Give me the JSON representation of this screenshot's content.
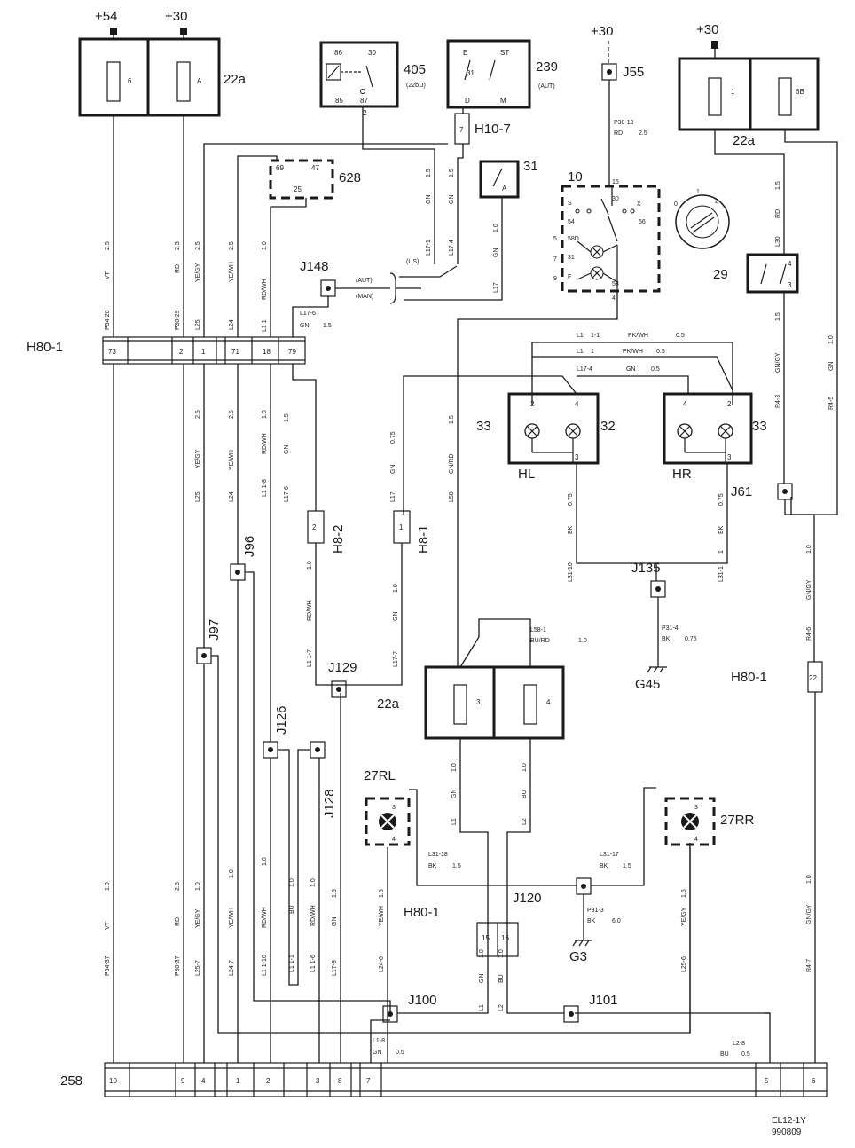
{
  "power": {
    "p54": "+54",
    "p30a": "+30",
    "p30b": "+30",
    "p30c": "+30"
  },
  "components": {
    "fusebox_22a_top": {
      "label": "22a",
      "fuse_left": "6",
      "fuse_right": "A"
    },
    "fusebox_22a_right": {
      "label": "22a",
      "fuse_left": "1",
      "fuse_right": "6B"
    },
    "fusebox_22a_mid": {
      "label": "22a",
      "fuse_left": "3",
      "fuse_right": "4"
    },
    "relay_405": {
      "label": "405",
      "sub": "(22b.J)",
      "pins": [
        "86",
        "30",
        "85",
        "87"
      ]
    },
    "switch_239": {
      "label": "239",
      "sub": "(AUT)",
      "pins": [
        "E",
        "ST",
        "31",
        "D",
        "M"
      ]
    },
    "h10_7": {
      "label": "H10-7",
      "pin": "7"
    },
    "comp_31": {
      "label": "31",
      "pin": "A"
    },
    "j55": {
      "label": "J55"
    },
    "switch_10": {
      "label": "10",
      "pins": [
        "15",
        "S",
        "30",
        "X",
        "54",
        "56",
        "58D",
        "31",
        "F",
        "58",
        "5",
        "7",
        "9",
        "4"
      ]
    },
    "comp_628": {
      "label": "628",
      "pins": [
        "69",
        "47",
        "25"
      ]
    },
    "j148": {
      "label": "J148",
      "aut": "(AUT)",
      "man": "(MAN)",
      "us": "(US)"
    },
    "comp_29": {
      "label": "29",
      "pins": [
        "4",
        "3"
      ],
      "dial": [
        "0",
        "1",
        "2"
      ]
    },
    "h80_1_top": {
      "label": "H80-1",
      "pins": [
        "73",
        "2",
        "1",
        "71",
        "18",
        "79"
      ]
    },
    "hl": {
      "label": "HL",
      "left_num": "33",
      "right_num": "32",
      "pins": [
        "2",
        "4",
        "3"
      ]
    },
    "hr": {
      "label": "HR",
      "right_num": "33",
      "pins": [
        "4",
        "2",
        "3"
      ]
    },
    "j61": {
      "label": "J61"
    },
    "h8_2": {
      "label": "H8-2",
      "pin": "2"
    },
    "h8_1": {
      "label": "H8-1",
      "pin": "1"
    },
    "j96": {
      "label": "J96"
    },
    "j97": {
      "label": "J97"
    },
    "j135": {
      "label": "J135"
    },
    "g45": {
      "label": "G45"
    },
    "h80_1_right": {
      "label": "H80-1",
      "pin": "22"
    },
    "j129": {
      "label": "J129"
    },
    "j126": {
      "label": "J126"
    },
    "j128": {
      "label": "J128"
    },
    "lamp_27rl": {
      "label": "27RL",
      "pins": [
        "3",
        "4"
      ]
    },
    "lamp_27rr": {
      "label": "27RR",
      "pins": [
        "3",
        "4"
      ]
    },
    "h80_1_bottom": {
      "label": "H80-1"
    },
    "j120": {
      "label": "J120",
      "pins": [
        "15",
        "16"
      ]
    },
    "g3": {
      "label": "G3"
    },
    "j100": {
      "label": "J100"
    },
    "j101": {
      "label": "J101"
    },
    "conn_258": {
      "label": "258",
      "pins": [
        "10",
        "9",
        "4",
        "1",
        "2",
        "3",
        "8",
        "7",
        "5",
        "6"
      ]
    }
  },
  "wire_labels": {
    "vt_25": [
      "VT",
      "2.5",
      "P54-20"
    ],
    "rd_25": [
      "RD",
      "2.5",
      "P30-29"
    ],
    "yegy_25": [
      "YE/GY",
      "2.5",
      "L25"
    ],
    "yewh_25": [
      "YE/WH",
      "2.5",
      "L24"
    ],
    "rdwh_10": [
      "RD/WH",
      "1.0",
      "L1 1"
    ],
    "l17_6": [
      "L17-6",
      "GN",
      "1.5"
    ],
    "gn15_a": [
      "GN",
      "1.5",
      "L17-1"
    ],
    "gn15_b": [
      "GN",
      "1.5",
      "L17-4"
    ],
    "gn10_c": [
      "GN",
      "1.0",
      "L17"
    ],
    "p30_19": [
      "P30-19",
      "RD",
      "2.5"
    ],
    "rd15_r": [
      "RD",
      "1.5",
      "L30"
    ],
    "gngy15": [
      "GN/GY",
      "1.5",
      "R4-3"
    ],
    "gn10_r": [
      "GN",
      "1.0",
      "R4-5"
    ],
    "l1_1_1": [
      "L1",
      "1-1",
      "PK/WH",
      "0.5"
    ],
    "l1_1": [
      "L1",
      "1",
      "PK/WH",
      "0.5"
    ],
    "l17_4gn": [
      "L17-4",
      "GN",
      "0.5"
    ],
    "yegy25_b": [
      "YE/GY",
      "2.5",
      "L25"
    ],
    "yewh25_b": [
      "YE/WH",
      "2.5",
      "L24"
    ],
    "rdwh10_b": [
      "RD/WH",
      "1.0",
      "L1 1-8"
    ],
    "gn15_l176": [
      "GN",
      "1.5",
      "L17-6"
    ],
    "gn075": [
      "GN",
      "0.75",
      "L17"
    ],
    "gnrd15": [
      "GN/RD",
      "1.5",
      "L58"
    ],
    "bk075_l": [
      "BK",
      "0.75",
      "L31-10"
    ],
    "bk075_r": [
      "BK",
      "0.75",
      "L31-1",
      "1"
    ],
    "rdwh10_c": [
      "RD/WH",
      "1.0",
      "L1 1-7"
    ],
    "gn10_d": [
      "GN",
      "1.0",
      "L17-7"
    ],
    "l58_1": [
      "L58-1",
      "BU/RD",
      "1.0"
    ],
    "p31_4": [
      "P31-4",
      "BK",
      "0.75"
    ],
    "gngy10_r": [
      "GN/GY",
      "1.0",
      "R4-6"
    ],
    "gn10_l1": [
      "GN",
      "1.0",
      "L1"
    ],
    "bu10_l2": [
      "BU",
      "1.0",
      "L2"
    ],
    "l31_18": [
      "L31-18",
      "BK",
      "1.5"
    ],
    "l31_17": [
      "L31-17",
      "BK",
      "1.5"
    ],
    "p31_3": [
      "P31-3",
      "BK",
      "6.0"
    ],
    "vt10": [
      "VT",
      "1.0",
      "P54-37"
    ],
    "rd25_b": [
      "RD",
      "2.5",
      "P30-37"
    ],
    "yegy10": [
      "YE/GY",
      "1.0",
      "L25-7"
    ],
    "yewh10": [
      "YE/WH",
      "1.0",
      "L24-7"
    ],
    "rdwh10_d": [
      "RD/WH",
      "1.0",
      "L1 1-10"
    ],
    "bu10_e": [
      "BU",
      "1.0",
      "L1 1-1"
    ],
    "rdwh10_e": [
      "RD/WH",
      "1.0",
      "L1 1-6"
    ],
    "gn15_f": [
      "GN",
      "1.5",
      "L17-9"
    ],
    "yewh15": [
      "YE/WH",
      "1.5",
      "L24-6"
    ],
    "gn10_j120": [
      "GN",
      "1.0",
      "L1"
    ],
    "bu10_j120": [
      "BU",
      "1.0",
      "L2"
    ],
    "yegy15": [
      "YE/GY",
      "1.5",
      "L25-6"
    ],
    "gngy10_b": [
      "GN/GY",
      "1.0",
      "R4-7"
    ],
    "l1_8": [
      "L1-8",
      "GN",
      "0.5"
    ],
    "l2_8": [
      "L2-8",
      "BU",
      "0.5"
    ]
  },
  "footer": {
    "code": "EL12-1Y",
    "date": "990809"
  }
}
